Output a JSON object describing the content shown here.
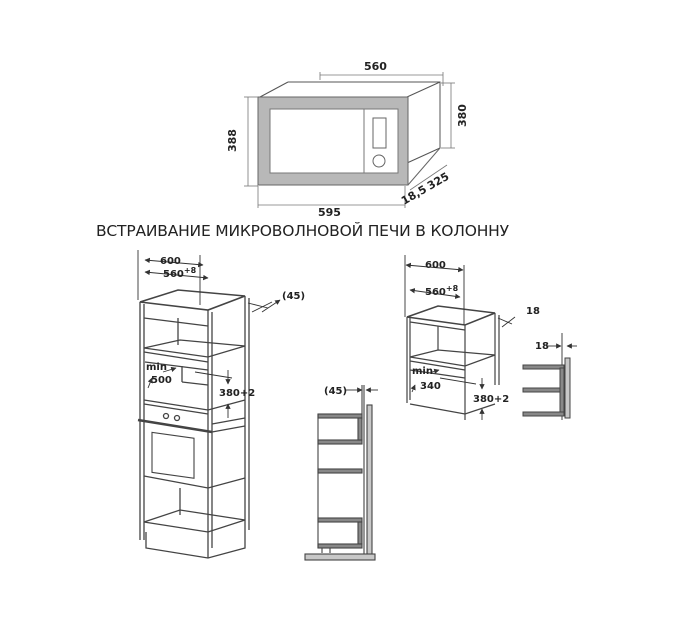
{
  "title": "ВСТРАИВАНИЕ МИКРОВОЛНОВОЙ ПЕЧИ В КОЛОННУ",
  "colors": {
    "line": "#444444",
    "frame_fill": "#b8b8b8",
    "panel_fill": "#ffffff",
    "wall_fill": "#c8c8c8"
  },
  "microwave_view": {
    "width_top": "560",
    "height_left": "388",
    "height_right": "380",
    "frame_depth": "18,5",
    "depth": "325",
    "width_bottom": "595"
  },
  "column_600": {
    "outer_width": "600",
    "inner_width_base": "560",
    "inner_width_tol": "+8",
    "back_gap": "(45)",
    "min_label": "min",
    "min_depth": "500",
    "niche_height": "380+2"
  },
  "side_section_45": {
    "gap": "(45)"
  },
  "column_340": {
    "outer_width": "600",
    "inner_width_base": "560",
    "inner_width_tol": "+8",
    "panel_thickness": "18",
    "min_label": "min",
    "min_depth": "340",
    "niche_height": "380+2"
  },
  "shelf_detail": {
    "panel_thickness": "18"
  }
}
